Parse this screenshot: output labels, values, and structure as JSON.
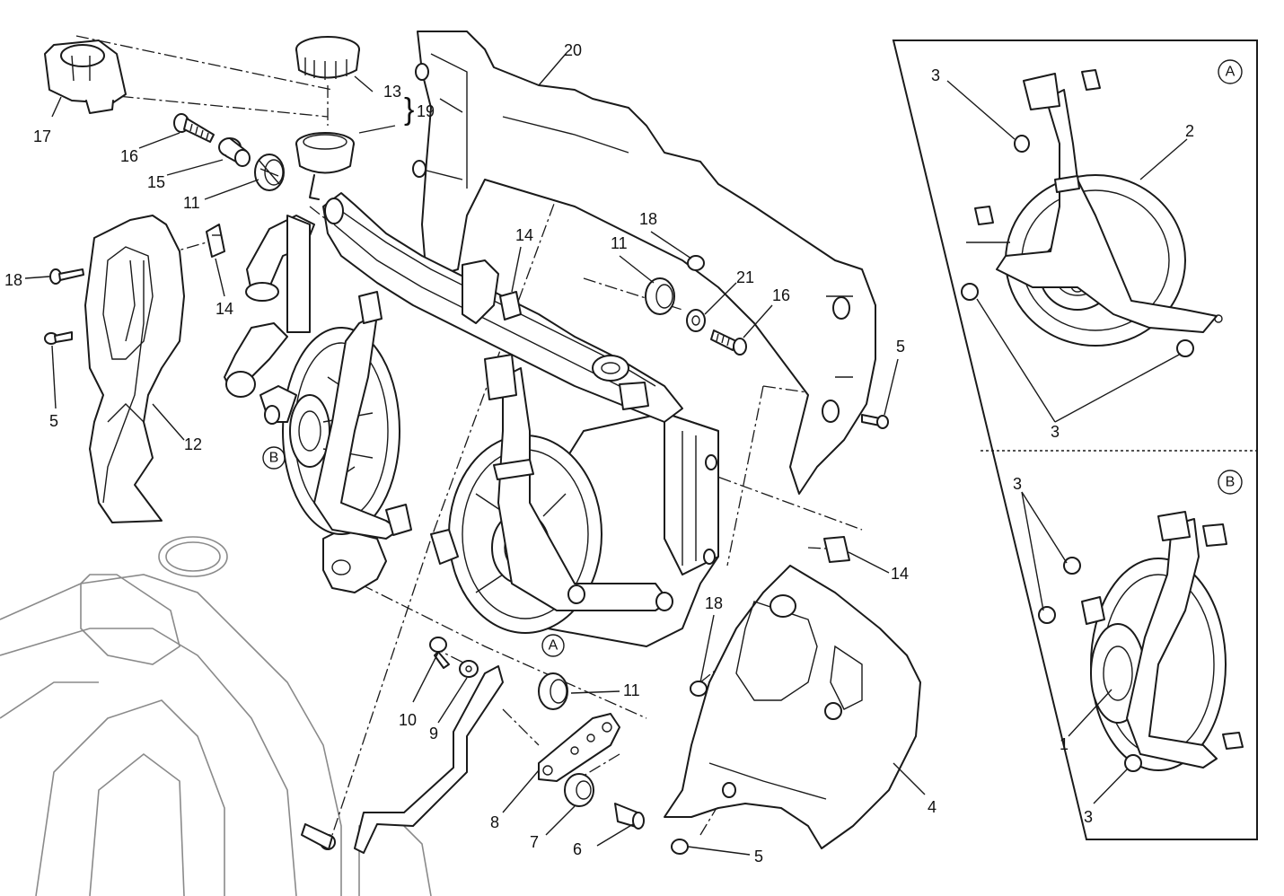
{
  "callouts": {
    "c1": "1",
    "c2": "2",
    "c3a": "3",
    "c3b": "3",
    "c3c": "3",
    "c3d": "3",
    "c4": "4",
    "c5a": "5",
    "c5b": "5",
    "c5c": "5",
    "c6": "6",
    "c7": "7",
    "c8": "8",
    "c9": "9",
    "c10": "10",
    "c11a": "11",
    "c11b": "11",
    "c11c": "11",
    "c12": "12",
    "c13": "13",
    "c14a": "14",
    "c14b": "14",
    "c14c": "14",
    "c15": "15",
    "c16a": "16",
    "c16b": "16",
    "c17": "17",
    "c18a": "18",
    "c18b": "18",
    "c18c": "18",
    "c19": "19",
    "c20": "20",
    "c21": "21"
  },
  "views": {
    "a": "A",
    "b": "B"
  }
}
